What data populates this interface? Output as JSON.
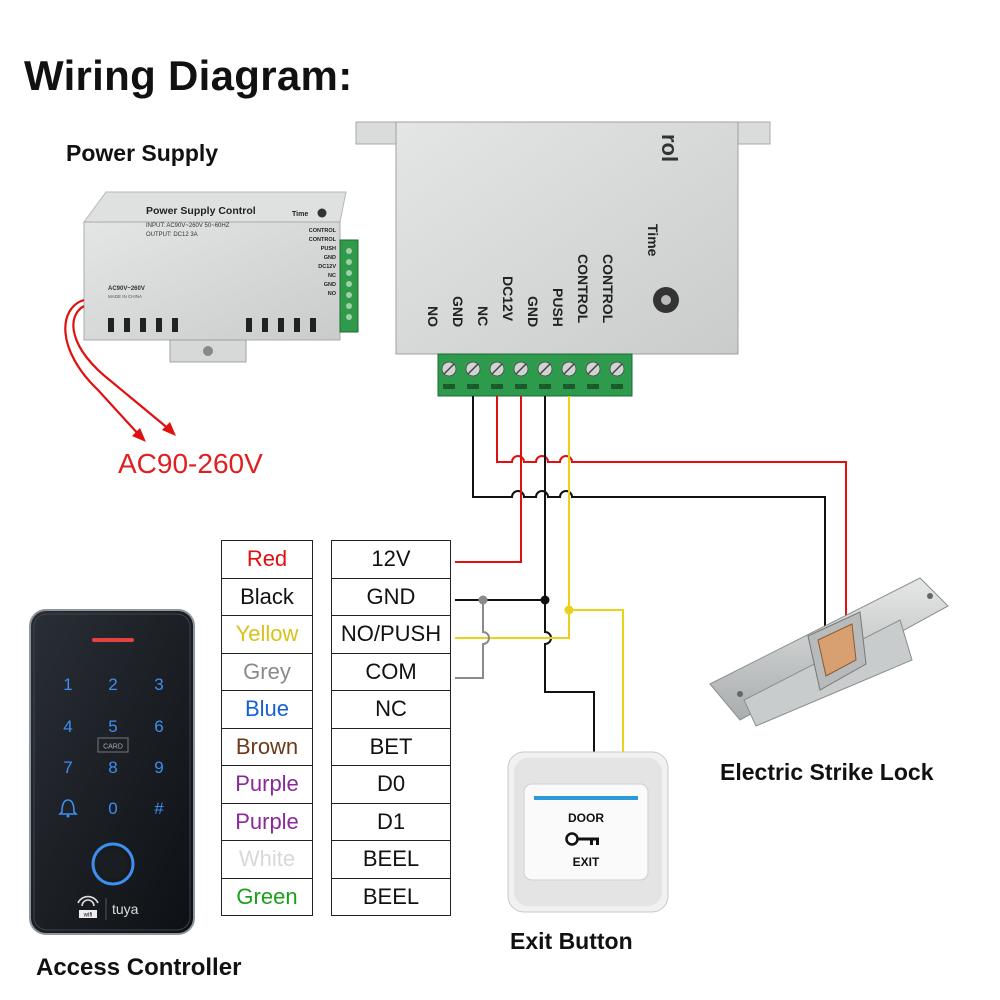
{
  "title": "Wiring Diagram:",
  "power_supply": {
    "label": "Power Supply",
    "box_title": "Power Supply Control",
    "input_text": "INPUT: AC90V~260V 50~60HZ",
    "output_text": "OUTPUT: DC12 3A",
    "time_text": "Time",
    "ac_range_text": "AC90V~260V",
    "made_in": "MADE IN CHINA",
    "terminals": [
      "CONTROL",
      "CONTROL",
      "PUSH",
      "GND",
      "DC12V",
      "NC",
      "GND",
      "NO"
    ]
  },
  "ac_input": "AC90-260V",
  "big_controller": {
    "header_fragment": "rol",
    "time_text": "Time",
    "terminals": [
      "NO",
      "GND",
      "NC",
      "DC12V",
      "GND",
      "PUSH",
      "CONTROL",
      "CONTROL"
    ]
  },
  "wiring_table": {
    "rows": [
      {
        "color": "Red",
        "color_hex": "#e01010",
        "signal": "12V"
      },
      {
        "color": "Black",
        "color_hex": "#111111",
        "signal": "GND"
      },
      {
        "color": "Yellow",
        "color_hex": "#d8c21a",
        "signal": "NO/PUSH"
      },
      {
        "color": "Grey",
        "color_hex": "#8a8a8a",
        "signal": "COM"
      },
      {
        "color": "Blue",
        "color_hex": "#1560d8",
        "signal": "NC"
      },
      {
        "color": "Brown",
        "color_hex": "#6b3a1a",
        "signal": "BET"
      },
      {
        "color": "Purple",
        "color_hex": "#8a2a9a",
        "signal": "D0"
      },
      {
        "color": "Purple",
        "color_hex": "#8a2a9a",
        "signal": "D1"
      },
      {
        "color": "White",
        "color_hex": "#d8d8d8",
        "signal": "BEEL"
      },
      {
        "color": "Green",
        "color_hex": "#1aa01a",
        "signal": "BEEL"
      }
    ]
  },
  "keypad": {
    "keys": [
      "1",
      "2",
      "3",
      "4",
      "5",
      "6",
      "7",
      "8",
      "9",
      "",
      "0",
      "#"
    ],
    "card_text": "CARD",
    "brand": "tuya",
    "wifi_text": "wifi"
  },
  "exit_button": {
    "line1": "DOOR",
    "line2": "EXIT",
    "label": "Exit Button"
  },
  "labels": {
    "electric_strike_lock": "Electric Strike Lock",
    "access_controller": "Access Controller"
  },
  "wire_colors": {
    "red": "#e01010",
    "black": "#111111",
    "yellow": "#e8d21a",
    "grey": "#8a8a8a"
  }
}
